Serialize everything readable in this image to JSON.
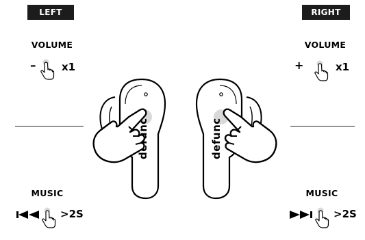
{
  "left": {
    "tag": "LEFT",
    "volume": {
      "heading": "VOLUME",
      "symbol": "–",
      "count": "x1"
    },
    "music": {
      "heading": "MUSIC",
      "symbol": "I◂◂",
      "hold": ">2S"
    }
  },
  "right": {
    "tag": "RIGHT",
    "volume": {
      "heading": "VOLUME",
      "symbol": "+",
      "count": "x1"
    },
    "music": {
      "heading": "MUSIC",
      "symbol": "▸▸I",
      "hold": ">2S"
    }
  },
  "earbuds": {
    "brand": "defunc"
  },
  "icons": {
    "tap": "hand-pointer-icon",
    "previous": "previous-track-icon",
    "next": "next-track-icon"
  },
  "colors": {
    "tag_bg": "#1c1c1c",
    "ink": "#000000",
    "sensor": "#d9d9d9"
  }
}
